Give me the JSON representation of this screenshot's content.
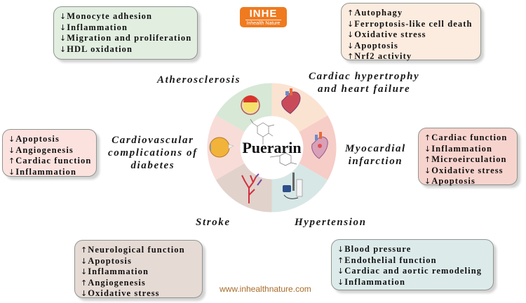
{
  "logo": {
    "title": "INHE",
    "subtitle": "Inhealth Nature",
    "color": "#ef7a20"
  },
  "center": {
    "title": "Puerarin",
    "icon": "puerarin-molecule-structure"
  },
  "wheel_segments": [
    {
      "name": "Atherosclerosis",
      "color": "#d7e8d6",
      "icon": "artery-plaque-icon"
    },
    {
      "name": "Cardiac hypertrophy and heart failure",
      "color": "#fbe3d2",
      "icon": "enlarged-heart-icon"
    },
    {
      "name": "Myocardial infarction",
      "color": "#f6cdc7",
      "icon": "infarcted-heart-icon"
    },
    {
      "name": "Hypertension",
      "color": "#d6e7e6",
      "icon": "blood-pressure-monitor-icon"
    },
    {
      "name": "Stroke",
      "color": "#e1d2cb",
      "icon": "brain-vessels-icon"
    },
    {
      "name": "Cardiovascular complications of diabetes",
      "color": "#f8dcd8",
      "icon": "eye-retina-icon"
    }
  ],
  "labels": {
    "atherosclerosis": "Atherosclerosis",
    "cardiac_line1": "Cardiac hypertrophy",
    "cardiac_line2": "and heart failure",
    "myocardial_line1": "Myocardial",
    "myocardial_line2": "infarction",
    "hypertension": "Hypertension",
    "stroke": "Stroke",
    "diabetes_line1": "Cardiovascular",
    "diabetes_line2": "complications of",
    "diabetes_line3": "diabetes"
  },
  "boxes": {
    "atherosclerosis": {
      "bg": "#e1eee0",
      "items": [
        {
          "arrow": "↓",
          "text": "Monocyte adhesion"
        },
        {
          "arrow": "↓",
          "text": "Inflammation"
        },
        {
          "arrow": "↓",
          "text": "Migration and proliferation"
        },
        {
          "arrow": "↓",
          "text": "HDL oxidation"
        }
      ]
    },
    "cardiac": {
      "bg": "#fcebdf",
      "items": [
        {
          "arrow": "↑",
          "text": "Autophagy"
        },
        {
          "arrow": "↓",
          "text": "Ferroptosis-like cell death"
        },
        {
          "arrow": "↓",
          "text": "Oxidative stress"
        },
        {
          "arrow": "↓",
          "text": "Apoptosis"
        },
        {
          "arrow": "↑",
          "text": "Nrf2 activity"
        }
      ]
    },
    "diabetes": {
      "bg": "#fbe2df",
      "items": [
        {
          "arrow": "↓",
          "text": "Apoptosis"
        },
        {
          "arrow": "↓",
          "text": "Angiogenesis"
        },
        {
          "arrow": "↑",
          "text": "Cardiac function"
        },
        {
          "arrow": "↓",
          "text": "Inflammation"
        }
      ]
    },
    "myocardial": {
      "bg": "#f7d3cd",
      "items": [
        {
          "arrow": "↑",
          "text": "Cardiac function"
        },
        {
          "arrow": "↓",
          "text": "Inflammation"
        },
        {
          "arrow": "↑",
          "text": "Microeirculation"
        },
        {
          "arrow": "↓",
          "text": "Oxidative stress"
        },
        {
          "arrow": "↓",
          "text": "Apoptosis"
        }
      ]
    },
    "stroke": {
      "bg": "#e6dad4",
      "items": [
        {
          "arrow": "↑",
          "text": "Neurological function"
        },
        {
          "arrow": "↓",
          "text": "Apoptosis"
        },
        {
          "arrow": "↓",
          "text": "Inflammation"
        },
        {
          "arrow": "↑",
          "text": "Angiogenesis"
        },
        {
          "arrow": "↓",
          "text": "Oxidative stress"
        }
      ]
    },
    "hypertension": {
      "bg": "#dcebea",
      "items": [
        {
          "arrow": "↓",
          "text": "Blood pressure"
        },
        {
          "arrow": "↑",
          "text": "Endothelial function"
        },
        {
          "arrow": "↓",
          "text": "Cardiac and aortic remodeling"
        },
        {
          "arrow": "↓",
          "text": "Inflammation"
        }
      ]
    }
  },
  "footer": {
    "url": "www.inhealthnature.com"
  }
}
